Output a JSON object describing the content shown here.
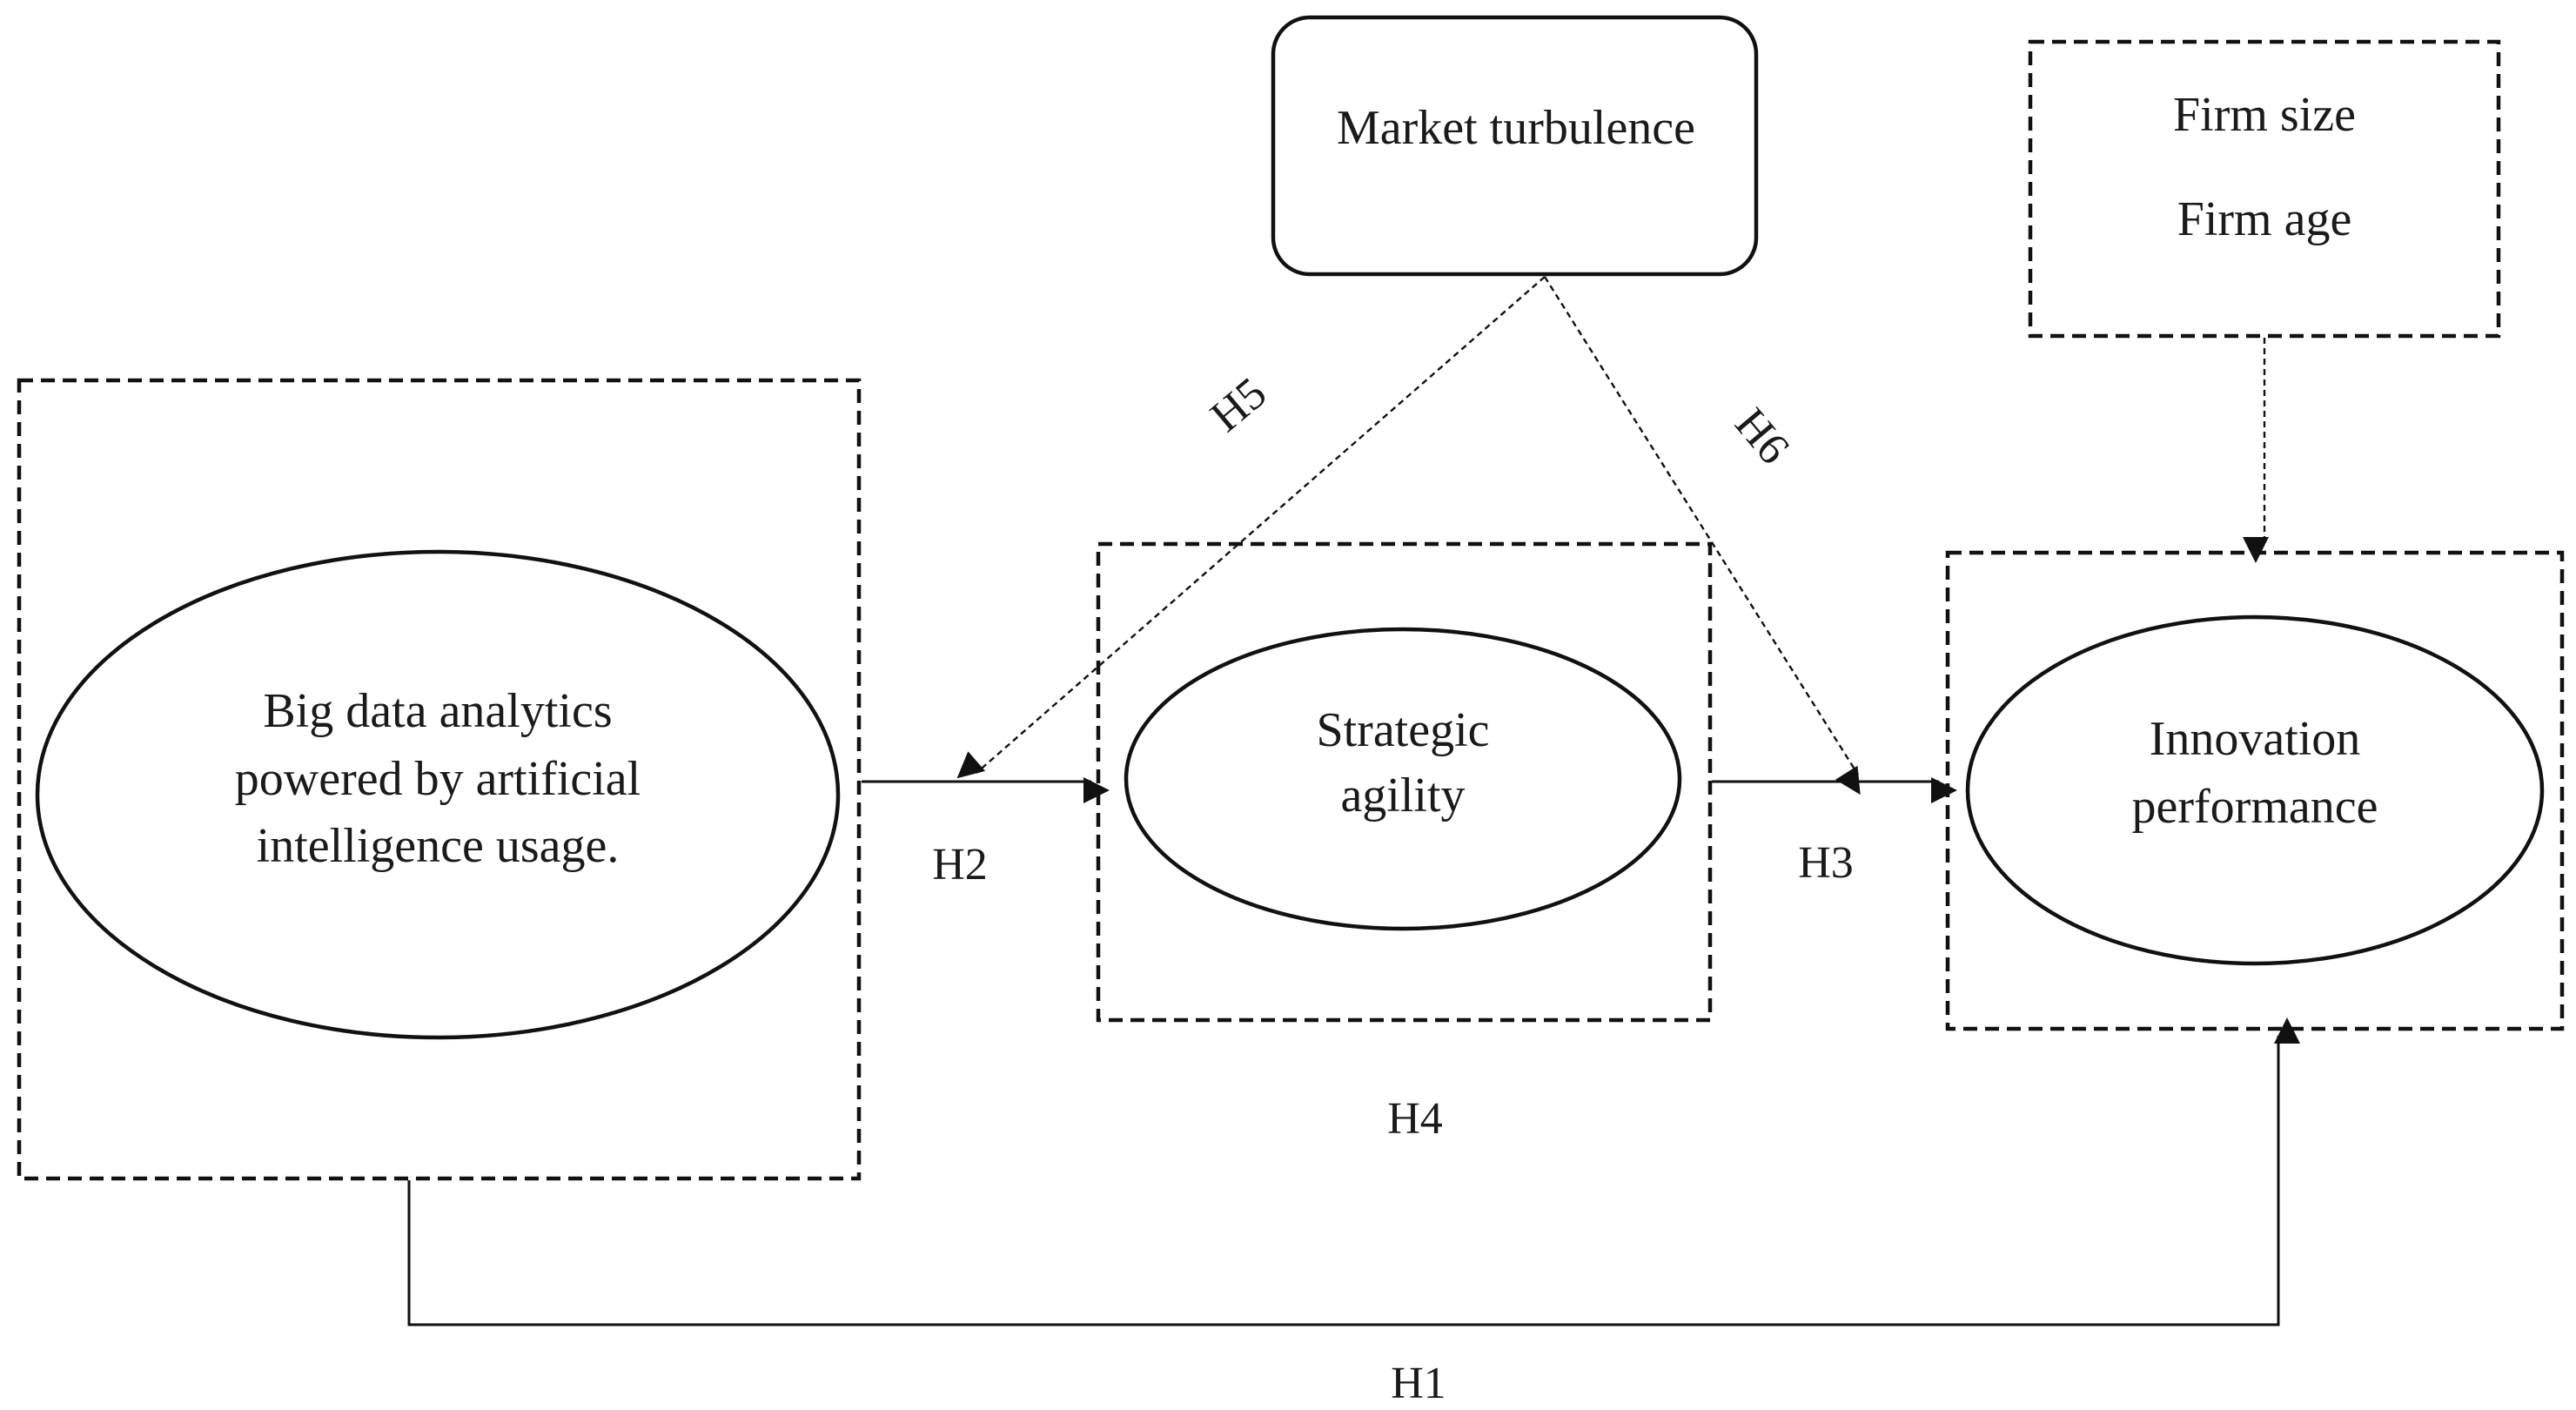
{
  "nodes": {
    "bda": {
      "lines": [
        "Big data analytics",
        "powered by artificial",
        "intelligence usage."
      ]
    },
    "agility": {
      "lines": [
        "Strategic",
        "agility"
      ]
    },
    "innovation": {
      "lines": [
        "Innovation",
        "performance"
      ]
    },
    "market": {
      "label": "Market turbulence"
    },
    "controls": {
      "lines": [
        "Firm size",
        "Firm age"
      ]
    }
  },
  "hypotheses": {
    "h1": "H1",
    "h2": "H2",
    "h3": "H3",
    "h4": "H4",
    "h5": "H5",
    "h6": "H6"
  }
}
